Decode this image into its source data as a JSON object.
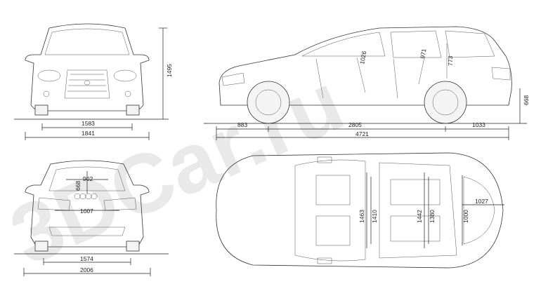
{
  "watermark": "3DCar.ru",
  "dimensions": {
    "front_track": "1583",
    "front_width": "1841",
    "height": "1495",
    "front_overhang": "883",
    "wheelbase": "2805",
    "rear_overhang": "1033",
    "length": "4721",
    "ground_clearance": "668",
    "front_headroom": "1026",
    "rear_headroom": "971",
    "rear_seat_height": "773",
    "cargo_opening_width": "902",
    "cargo_opening_height": "668",
    "cargo_floor_width": "1007",
    "rear_track": "1574",
    "rear_width_mirrors": "2006",
    "front_shoulder": "1463",
    "front_elbow": "1410",
    "rear_shoulder": "1442",
    "rear_elbow": "1380",
    "cargo_width": "1000",
    "cargo_length": "1027"
  },
  "colors": {
    "line": "#333333",
    "watermark": "#d0d0d0"
  }
}
